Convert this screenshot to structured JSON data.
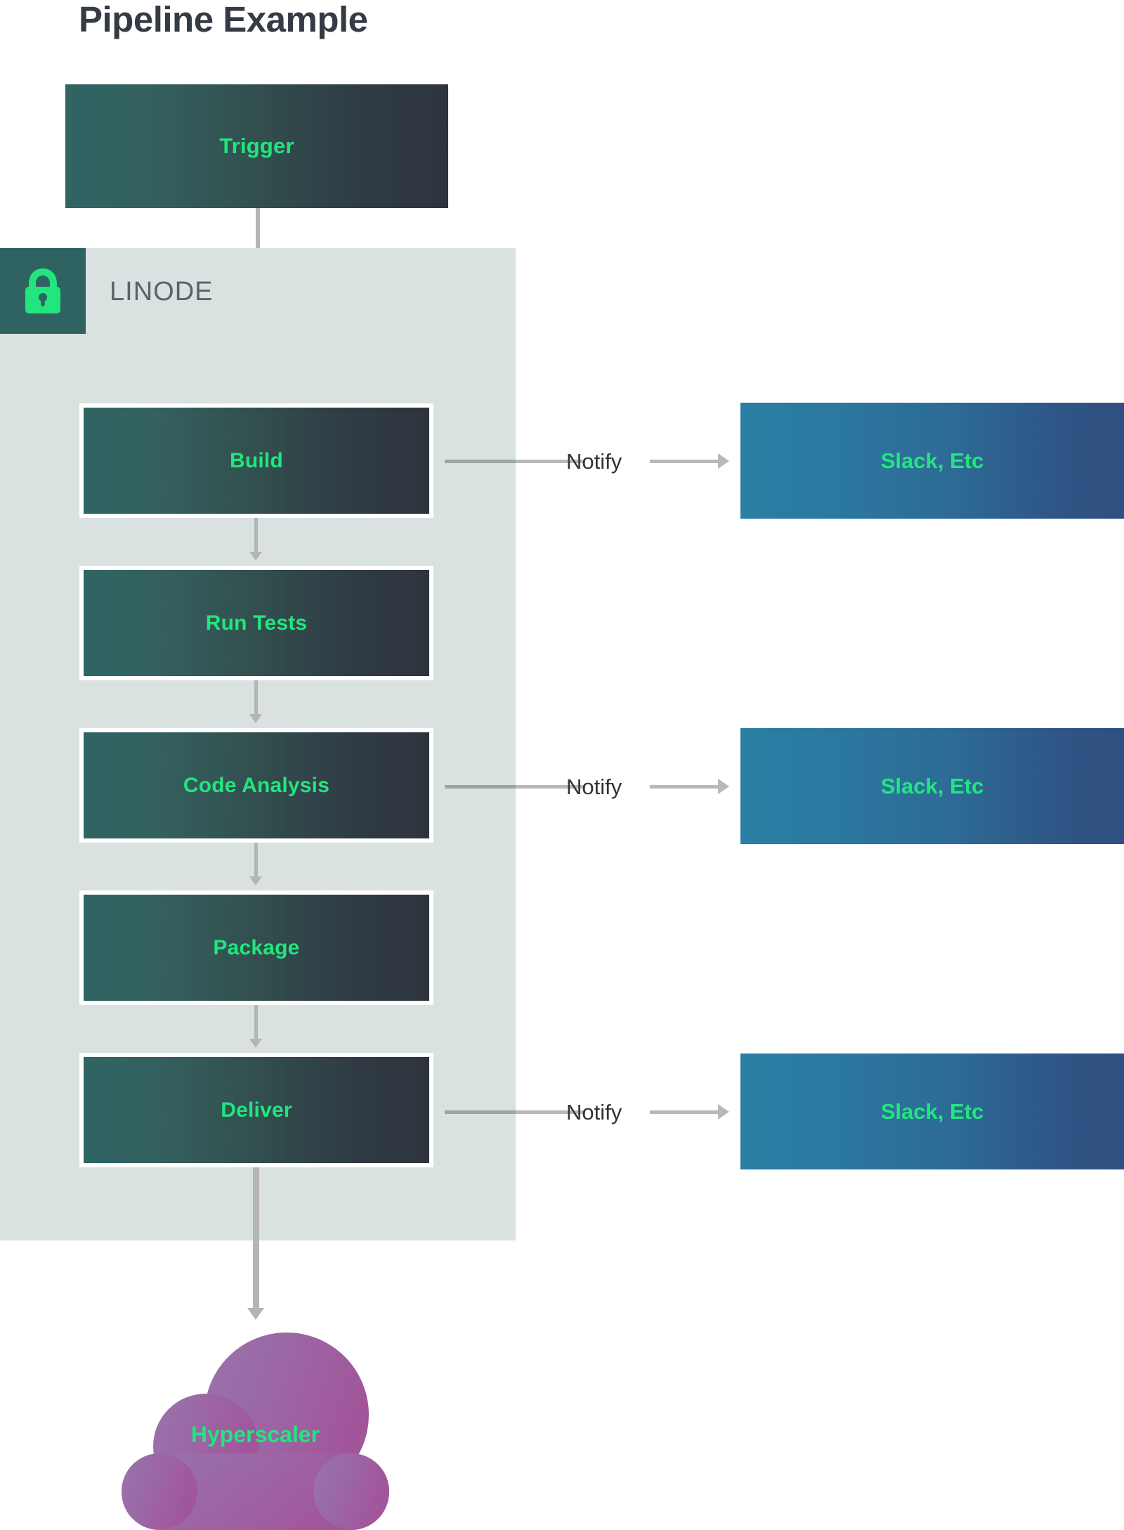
{
  "title": "Pipeline Example",
  "zone": {
    "label": "LINODE",
    "icon": "lock-icon",
    "badge_color": "#2e6361",
    "background_color": "#d9e2e0"
  },
  "colors": {
    "accent_green": "#22e57e",
    "stage_gradient_start": "#2f6563",
    "stage_gradient_end": "#2e343d",
    "target_gradient_start": "#2a7fa3",
    "target_gradient_end": "#2f4f80",
    "cloud_gradient_start": "#9a6ba6",
    "cloud_gradient_end": "#a1559a",
    "connector": "#b5b5b5",
    "title_color": "#353b45",
    "zone_label_color": "#5b6369"
  },
  "trigger": {
    "label": "Trigger"
  },
  "stages": [
    {
      "label": "Build"
    },
    {
      "label": "Run Tests"
    },
    {
      "label": "Code Analysis"
    },
    {
      "label": "Package"
    },
    {
      "label": "Deliver"
    }
  ],
  "notifications": [
    {
      "edge_label": "Notify",
      "target_label": "Slack, Etc"
    },
    {
      "edge_label": "Notify",
      "target_label": "Slack, Etc"
    },
    {
      "edge_label": "Notify",
      "target_label": "Slack, Etc"
    }
  ],
  "cloud": {
    "label": "Hyperscaler"
  }
}
